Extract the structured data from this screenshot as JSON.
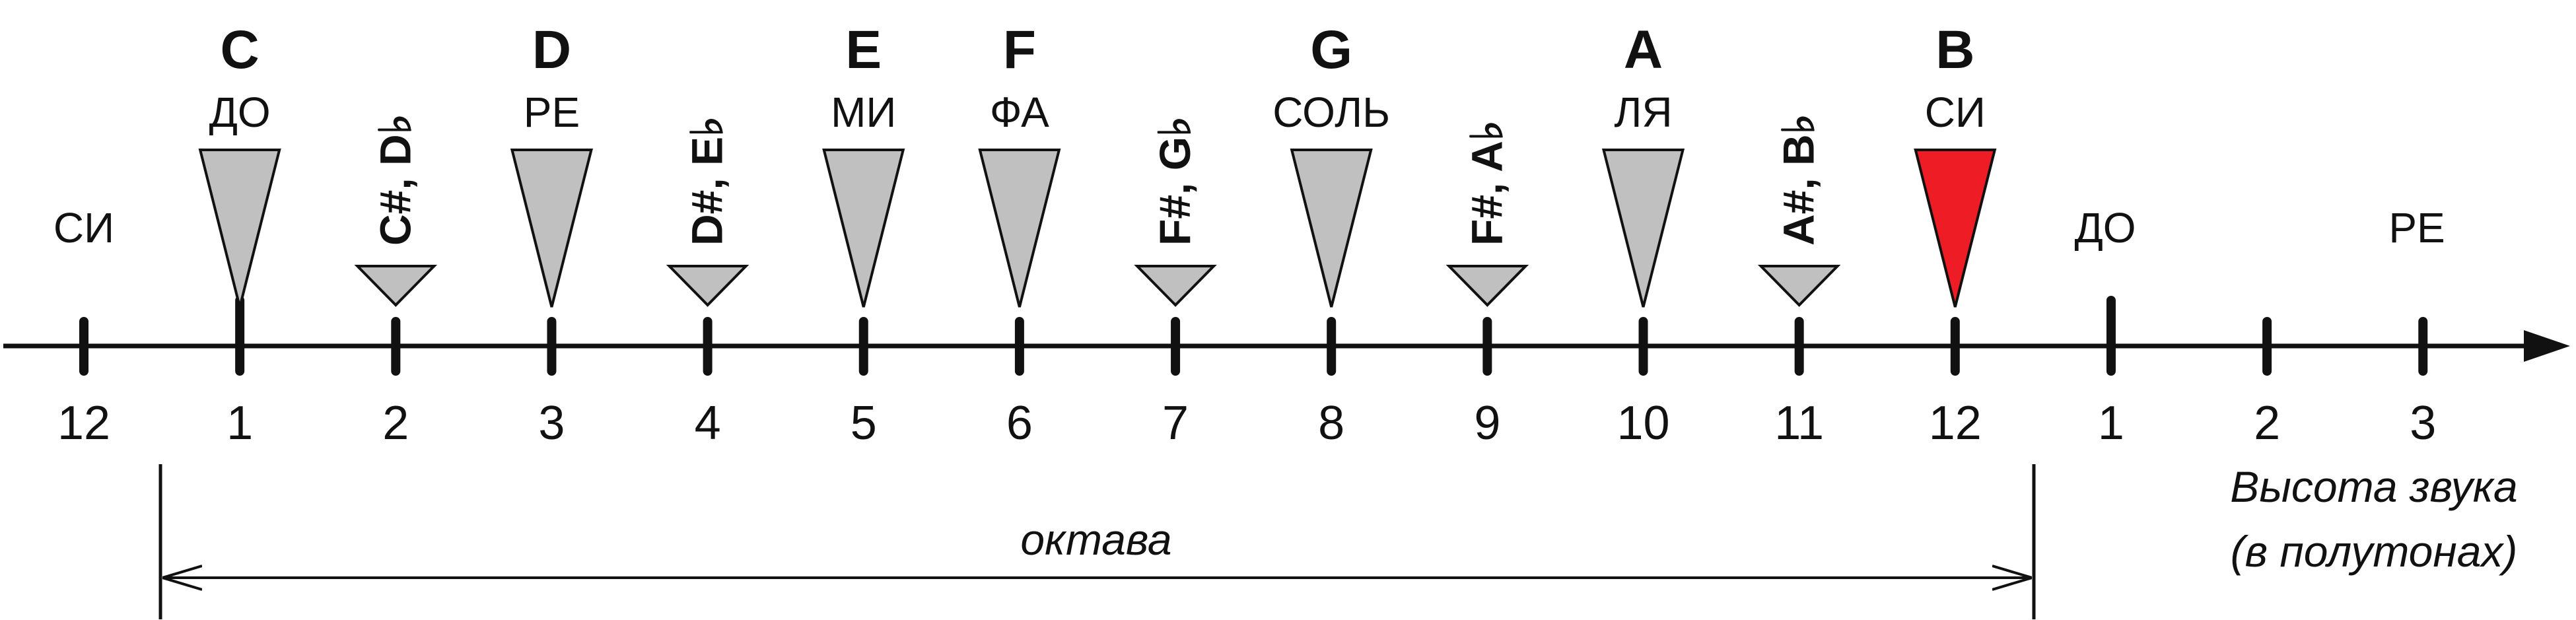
{
  "diagram": {
    "notes": [
      {
        "pos": 1,
        "letter": "C",
        "name": "ДО",
        "color": "#c0c0c0"
      },
      {
        "pos": 3,
        "letter": "D",
        "name": "РЕ",
        "color": "#c0c0c0"
      },
      {
        "pos": 5,
        "letter": "E",
        "name": "МИ",
        "color": "#c0c0c0"
      },
      {
        "pos": 6,
        "letter": "F",
        "name": "ФА",
        "color": "#c0c0c0"
      },
      {
        "pos": 8,
        "letter": "G",
        "name": "СОЛЬ",
        "color": "#c0c0c0"
      },
      {
        "pos": 10,
        "letter": "A",
        "name": "ЛЯ",
        "color": "#c0c0c0"
      },
      {
        "pos": 12,
        "letter": "B",
        "name": "СИ",
        "color": "#ee1c25"
      }
    ],
    "accidentals": [
      {
        "pos": 2,
        "label": "C#, D♭"
      },
      {
        "pos": 4,
        "label": "D#, E♭"
      },
      {
        "pos": 7,
        "label": "F#, G♭"
      },
      {
        "pos": 9,
        "label": "F#, A♭"
      },
      {
        "pos": 11,
        "label": "A#, B♭"
      }
    ],
    "side_labels": {
      "left": "СИ",
      "right1": "ДО",
      "right2": "РЕ"
    },
    "ticks": [
      "12",
      "1",
      "2",
      "3",
      "4",
      "5",
      "6",
      "7",
      "8",
      "9",
      "10",
      "11",
      "12",
      "1",
      "2",
      "3"
    ],
    "octave_label": "октава",
    "axis_label_line1": "Высота звука",
    "axis_label_line2": "(в полутонах)"
  }
}
